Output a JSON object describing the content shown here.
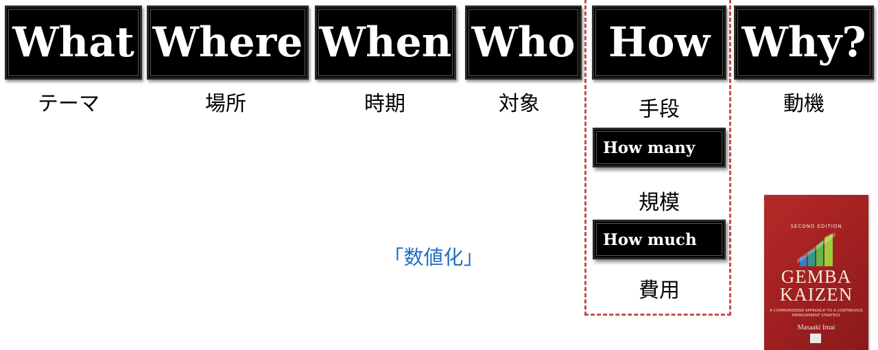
{
  "headers": [
    {
      "title": "What",
      "label": "テーマ"
    },
    {
      "title": "Where",
      "label": "場所"
    },
    {
      "title": "When",
      "label": "時期"
    },
    {
      "title": "Who",
      "label": "対象"
    },
    {
      "title": "How",
      "label": "手段"
    },
    {
      "title": "Why?",
      "label": "動機"
    }
  ],
  "how_details": [
    {
      "title": "How many",
      "label": "規模"
    },
    {
      "title": "How much",
      "label": "費用"
    }
  ],
  "center_note": "「数値化」",
  "book": {
    "edition": "SECOND EDITION",
    "title_line1": "GEMBA",
    "title_line2": "KAIZEN",
    "tagline": "A COMMONSENSE APPROACH TO A CONTINUOUS IMPROVEMENT STRATEGY",
    "author": "Masaaki Imai"
  },
  "colors": {
    "tile_bg": "#000000",
    "highlight_dash": "#c0504d",
    "note_blue": "#1f6fc0",
    "book_red": "#a01f20"
  }
}
